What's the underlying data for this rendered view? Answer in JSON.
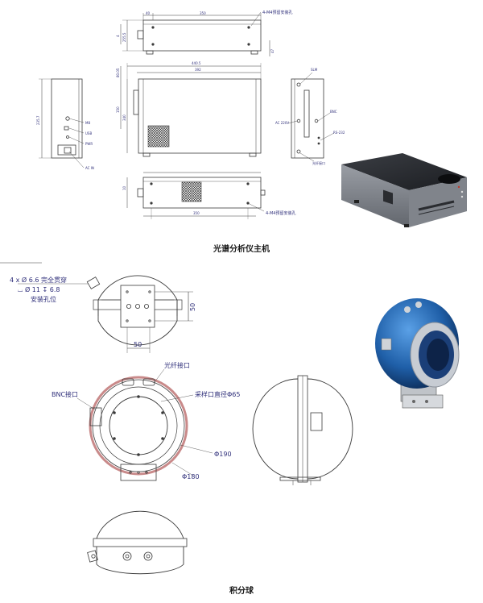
{
  "captions": {
    "analyzer_main_unit": "光谱分析仪主机",
    "integrating_sphere": "积分球"
  },
  "analyzer_drawing": {
    "top_view": {
      "dims": [
        "40",
        "350"
      ],
      "right_note": "4-M4预留安装孔",
      "side_dims": [
        "255.5",
        "4",
        "47"
      ]
    },
    "front_view": {
      "dims": [
        "440.5",
        "392"
      ],
      "left_dims": [
        "80.05",
        "150",
        "340"
      ]
    },
    "left_side_view": {
      "height_dim": "235.7",
      "callouts": [
        "M8",
        "USB",
        "PWR",
        "AC IN"
      ]
    },
    "right_side_view": {
      "callouts": [
        "SLM",
        "AC 220V",
        "BNC",
        "RS-232",
        "光纤接口"
      ]
    },
    "bottom_view": {
      "dims": [
        "10",
        "350"
      ],
      "right_note": "4-M4预留安装孔"
    }
  },
  "sphere_drawing": {
    "mount_note_line1": "4 x  Ø 6.6 完全贯穿",
    "mount_note_line2": "⌴ Ø 11 ↧ 6.8",
    "mount_note_line3": "安装孔位",
    "dim_50_v": "50",
    "dim_50_h": "50",
    "labels": {
      "fiber_port": "光纤接口",
      "bnc_port": "BNC接口",
      "sample_port": "采样口直径Φ65",
      "d190": "Φ190",
      "d180": "Φ180"
    }
  },
  "colors": {
    "line": "#3a3a3a",
    "label": "#2f2f7a",
    "flange": "#c98a8a",
    "sphere_blue": "#1f5fa8",
    "box_gray": "#7b7f86"
  }
}
